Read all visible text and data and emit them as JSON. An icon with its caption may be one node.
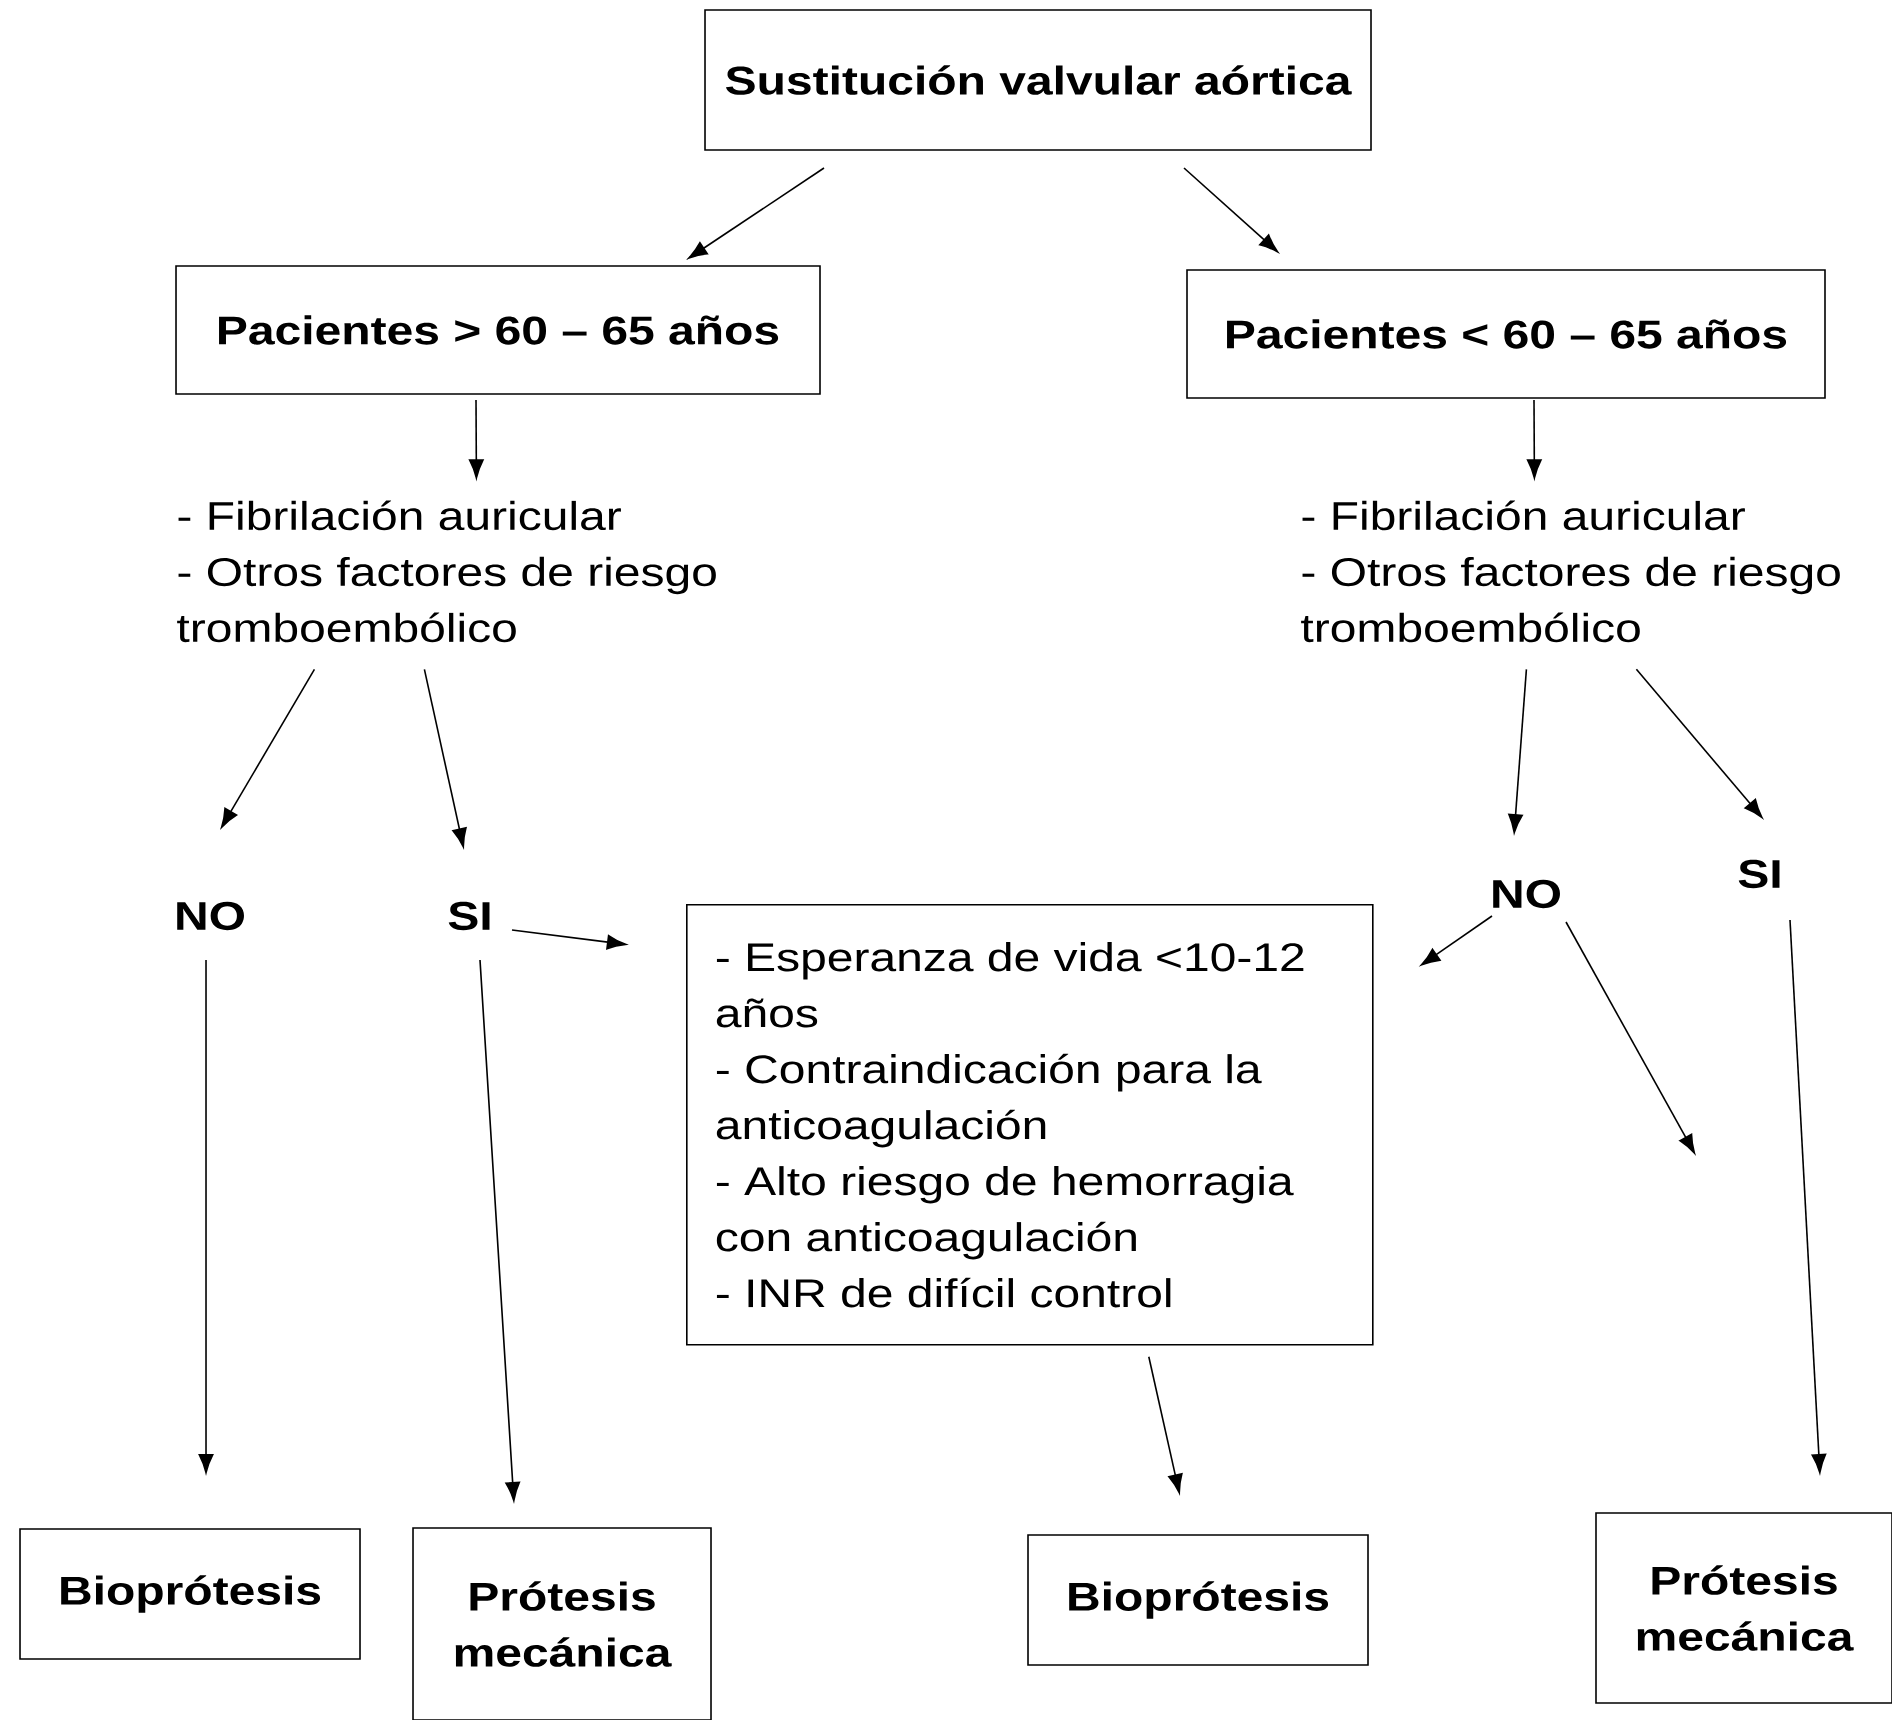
{
  "diagram": {
    "nodes": [
      {
        "text": [
          "Sustitución valvular aórtica"
        ]
      },
      {
        "text": [
          "Pacientes > 60 – 65 años"
        ]
      },
      {
        "text": [
          "Pacientes < 60 – 65 años"
        ]
      },
      {
        "text": [
          "- Fibrilación auricular",
          "- Otros factores de riesgo tromboembólico"
        ]
      },
      {
        "text": [
          "- Fibrilación auricular",
          "- Otros factores de riesgo tromboembólico"
        ]
      },
      {
        "text": [
          "NO"
        ]
      },
      {
        "text": [
          "SI"
        ]
      },
      {
        "text": [
          "- Esperanza de vida <10-12 años",
          "- Contraindicación para la anticoagulación",
          "- Alto riesgo de hemorragia con anticoagulación",
          "- INR de difícil control"
        ]
      },
      {
        "text": [
          "NO"
        ]
      },
      {
        "text": [
          "SI"
        ]
      },
      {
        "text": [
          "Bioprótesis"
        ]
      },
      {
        "text": [
          "Prótesis mecánica"
        ]
      },
      {
        "text": [
          "Bioprótesis"
        ]
      },
      {
        "text": [
          "Prótesis mecánica"
        ]
      }
    ],
    "edges": [
      {
        "from": 0,
        "to": 1,
        "arrow": "to"
      },
      {
        "from": 0,
        "to": 2,
        "arrow": "to"
      },
      {
        "from": 1,
        "to": 3,
        "arrow": "to"
      },
      {
        "from": 2,
        "to": 4,
        "arrow": "to"
      },
      {
        "from": 3,
        "to": 5,
        "arrow": "to"
      },
      {
        "from": 3,
        "to": 6,
        "arrow": "to"
      },
      {
        "from": 4,
        "to": 8,
        "arrow": "to"
      },
      {
        "from": 4,
        "to": 9,
        "arrow": "to"
      },
      {
        "from": 5,
        "to": 10,
        "arrow": "to"
      },
      {
        "from": 6,
        "to": 11,
        "arrow": "to"
      },
      {
        "from": 6,
        "to": 7,
        "arrow": "to"
      },
      {
        "from": 8,
        "to": 7,
        "arrow": "to"
      },
      {
        "from": 8,
        "to": null,
        "arrow": "to"
      },
      {
        "from": 7,
        "to": 12,
        "arrow": "to"
      },
      {
        "from": 9,
        "to": 13,
        "arrow": "to"
      }
    ]
  }
}
